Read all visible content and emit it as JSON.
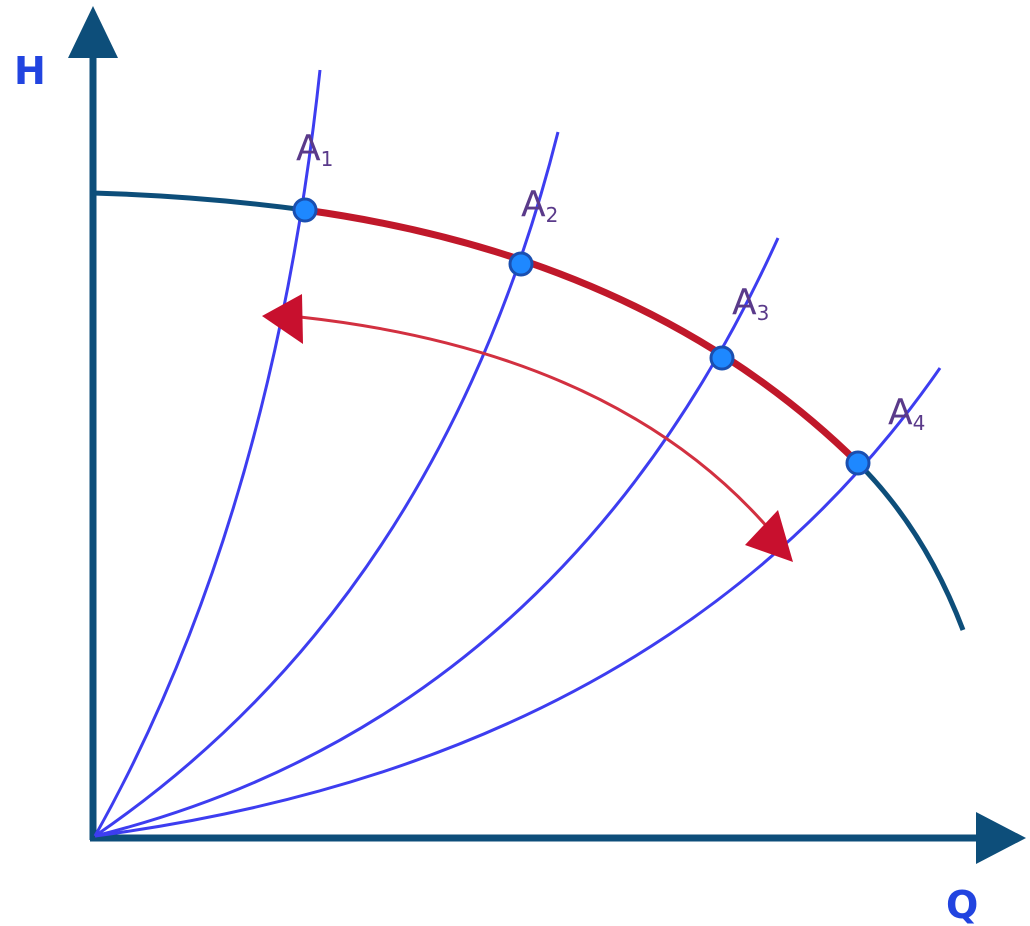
{
  "axes": {
    "y_label": "H",
    "x_label": "Q"
  },
  "points": [
    {
      "id": "A1",
      "letter": "A",
      "sub": "1"
    },
    {
      "id": "A2",
      "letter": "A",
      "sub": "2"
    },
    {
      "id": "A3",
      "letter": "A",
      "sub": "3"
    },
    {
      "id": "A4",
      "letter": "A",
      "sub": "4"
    }
  ],
  "colors": {
    "axis": "#0d4e7a",
    "pump_curve": "#0d4e7a",
    "operating_range": "#c0182a",
    "system_curves": "#3d3df0",
    "points": "#1e88ff",
    "point_labels": "#5a3a8a",
    "arrow": "#c8102e"
  }
}
